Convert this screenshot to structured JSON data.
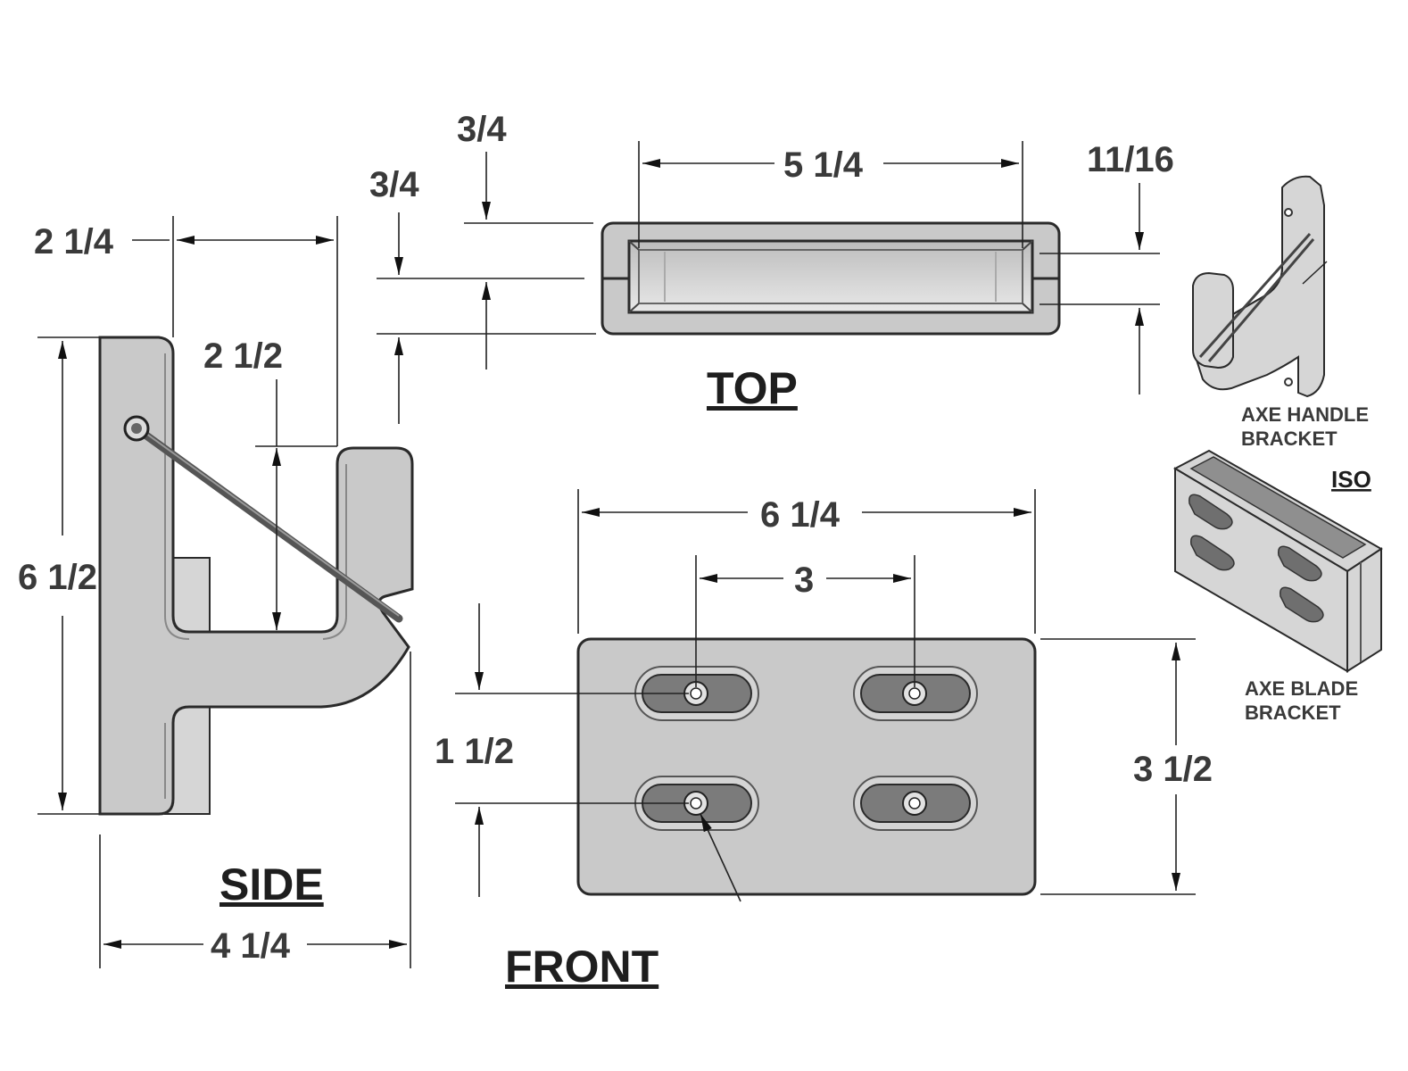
{
  "views": {
    "side": "SIDE",
    "front": "FRONT",
    "top": "TOP",
    "iso": "ISO"
  },
  "dimensions": {
    "side_overall_height": "6 1/2",
    "side_overall_width": "4 1/4",
    "side_top_width": "2 1/4",
    "side_slot_depth": "2 1/2",
    "top_length": "5 1/4",
    "top_thickness_a": "3/4",
    "top_thickness_b": "3/4",
    "top_slot_width": "11/16",
    "front_width": "6 1/4",
    "front_hole_spacing_h": "3",
    "front_hole_spacing_v": "1 1/2",
    "front_height": "3 1/2"
  },
  "iso_labels": {
    "handle_line1": "AXE HANDLE",
    "handle_line2": "BRACKET",
    "blade_line1": "AXE BLADE",
    "blade_line2": "BRACKET"
  }
}
